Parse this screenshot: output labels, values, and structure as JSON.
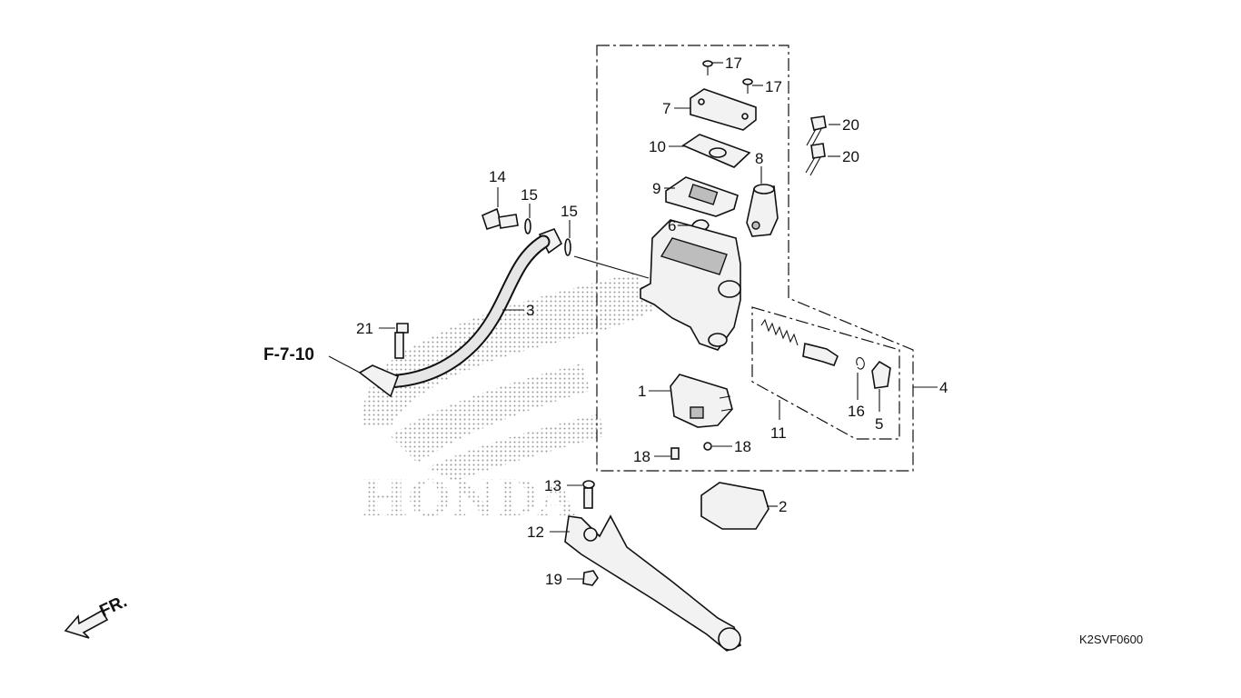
{
  "diagram": {
    "reference_code": "K2SVF0600",
    "cross_reference": "F-7-10",
    "direction_label": "FR.",
    "watermark_text": "HONDA",
    "callouts": {
      "p1": "1",
      "p2": "2",
      "p3": "3",
      "p4": "4",
      "p5": "5",
      "p6": "6",
      "p7": "7",
      "p8": "8",
      "p9": "9",
      "p10": "10",
      "p11": "11",
      "p12": "12",
      "p13": "13",
      "p14": "14",
      "p15a": "15",
      "p15b": "15",
      "p16": "16",
      "p17a": "17",
      "p17b": "17",
      "p18a": "18",
      "p18b": "18",
      "p19": "19",
      "p20a": "20",
      "p20b": "20",
      "p21": "21"
    }
  }
}
